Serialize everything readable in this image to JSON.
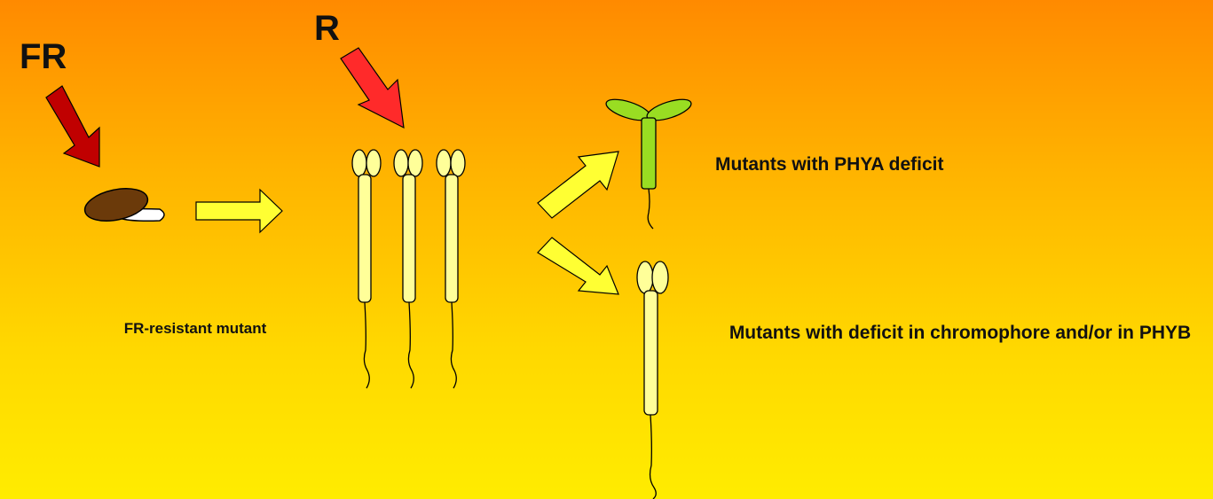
{
  "labels": {
    "far_red": "FR",
    "red": "R",
    "fr_resistant_mutant": "FR-resistant mutant",
    "phya_mutants": "Mutants with PHYA deficit",
    "chromophore_mutants": "Mutants with deficit in chromophore and/or in PHYB"
  },
  "colors": {
    "far_red_arrow": "#c00000",
    "red_arrow": "#ff2a2a",
    "yellow_arrow": "#ffff33",
    "seedling_pale": "#ffff99",
    "seedling_green": "#99dd22",
    "seed_brown": "#6b3a0a"
  }
}
